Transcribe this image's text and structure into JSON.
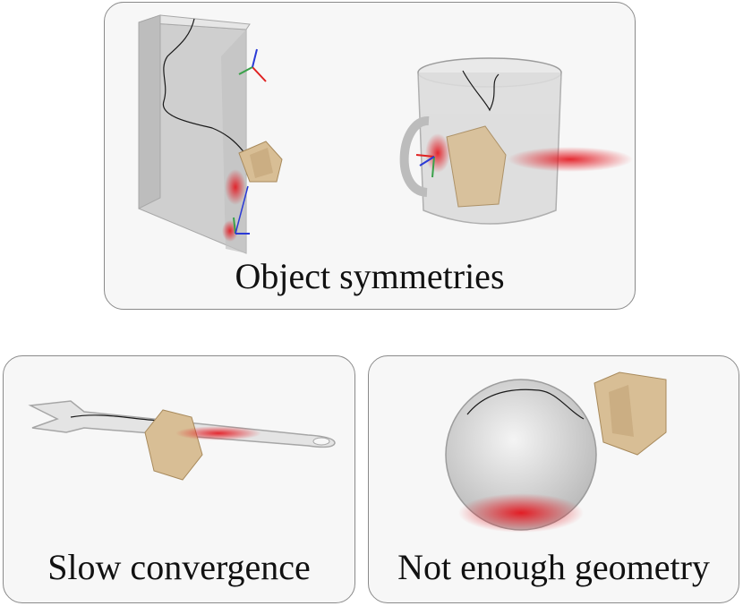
{
  "panels": {
    "top": {
      "caption": "Object symmetries"
    },
    "bottom_left": {
      "caption": "Slow convergence"
    },
    "bottom_right": {
      "caption": "Not enough geometry"
    }
  },
  "colors": {
    "object_gray": "#c9c9c9",
    "gripper_tan": "#d8be95",
    "particles_red": "#e3141c",
    "axis_red": "#e02020",
    "axis_green": "#3aa14a",
    "axis_blue": "#2a3ad6",
    "trajectory": "#1a1a1a"
  }
}
